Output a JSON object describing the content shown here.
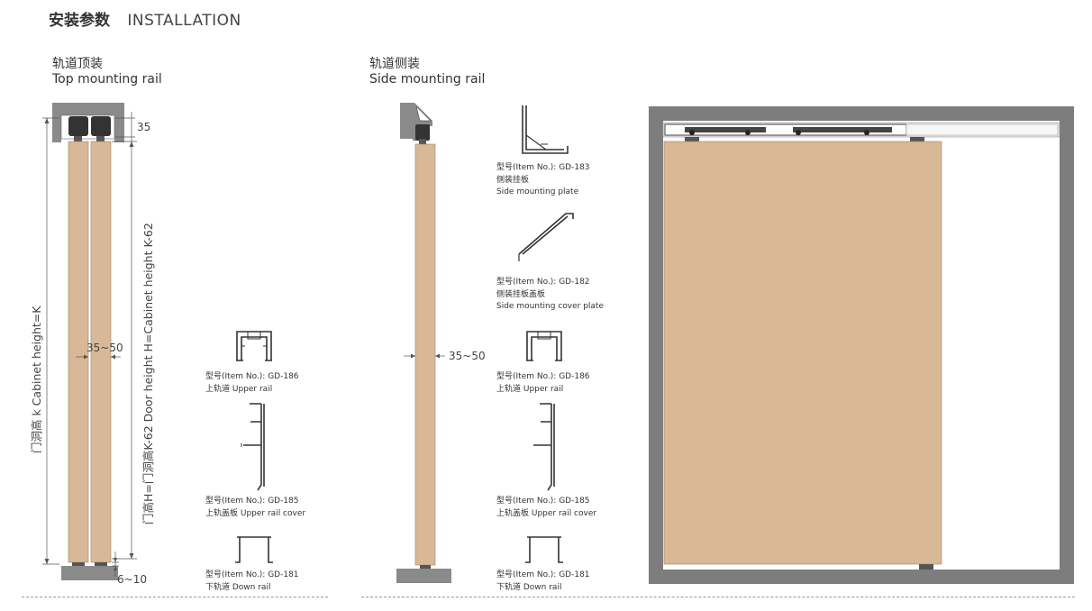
{
  "header": {
    "title_cn": "安装参数",
    "title_en": "INSTALLATION"
  },
  "top_section": {
    "title_cn": "轨道顶装",
    "title_en": "Top mounting rail"
  },
  "side_section": {
    "title_cn": "轨道侧装",
    "title_en": "Side mounting rail"
  },
  "top_dims": {
    "d35": "35",
    "gap": "35~50",
    "bottom": "6~10",
    "cabinet": "门洞高 k  Cabinet height=K",
    "door": "门高H=门洞高K-62   Door height H=Cabinet height K-62"
  },
  "side_dims": {
    "gap": "35~50"
  },
  "parts_top": [
    {
      "item": "型号(Item No.): GD-186",
      "name": "上轨道 Upper rail"
    },
    {
      "item": "型号(Item No.): GD-185",
      "name": "上轨盖板 Upper rail cover"
    },
    {
      "item": "型号(Item No.): GD-181",
      "name": "下轨道 Down rail"
    }
  ],
  "parts_side": [
    {
      "item": "型号(Item No.): GD-183",
      "name_cn": "侧装挂板",
      "name_en": "Side mounting plate"
    },
    {
      "item": "型号(Item No.): GD-182",
      "name_cn": "侧装挂板盖板",
      "name_en": "Side mounting cover plate"
    },
    {
      "item": "型号(Item No.): GD-186",
      "name": "上轨道 Upper rail"
    },
    {
      "item": "型号(Item No.): GD-185",
      "name": "上轨盖板 Upper rail cover"
    },
    {
      "item": "型号(Item No.): GD-181",
      "name": "下轨道 Down rail"
    }
  ],
  "colors": {
    "door_wood": "#d8b896",
    "rail_grey": "#8a8a8a",
    "frame_grey": "#7d7d7d"
  }
}
